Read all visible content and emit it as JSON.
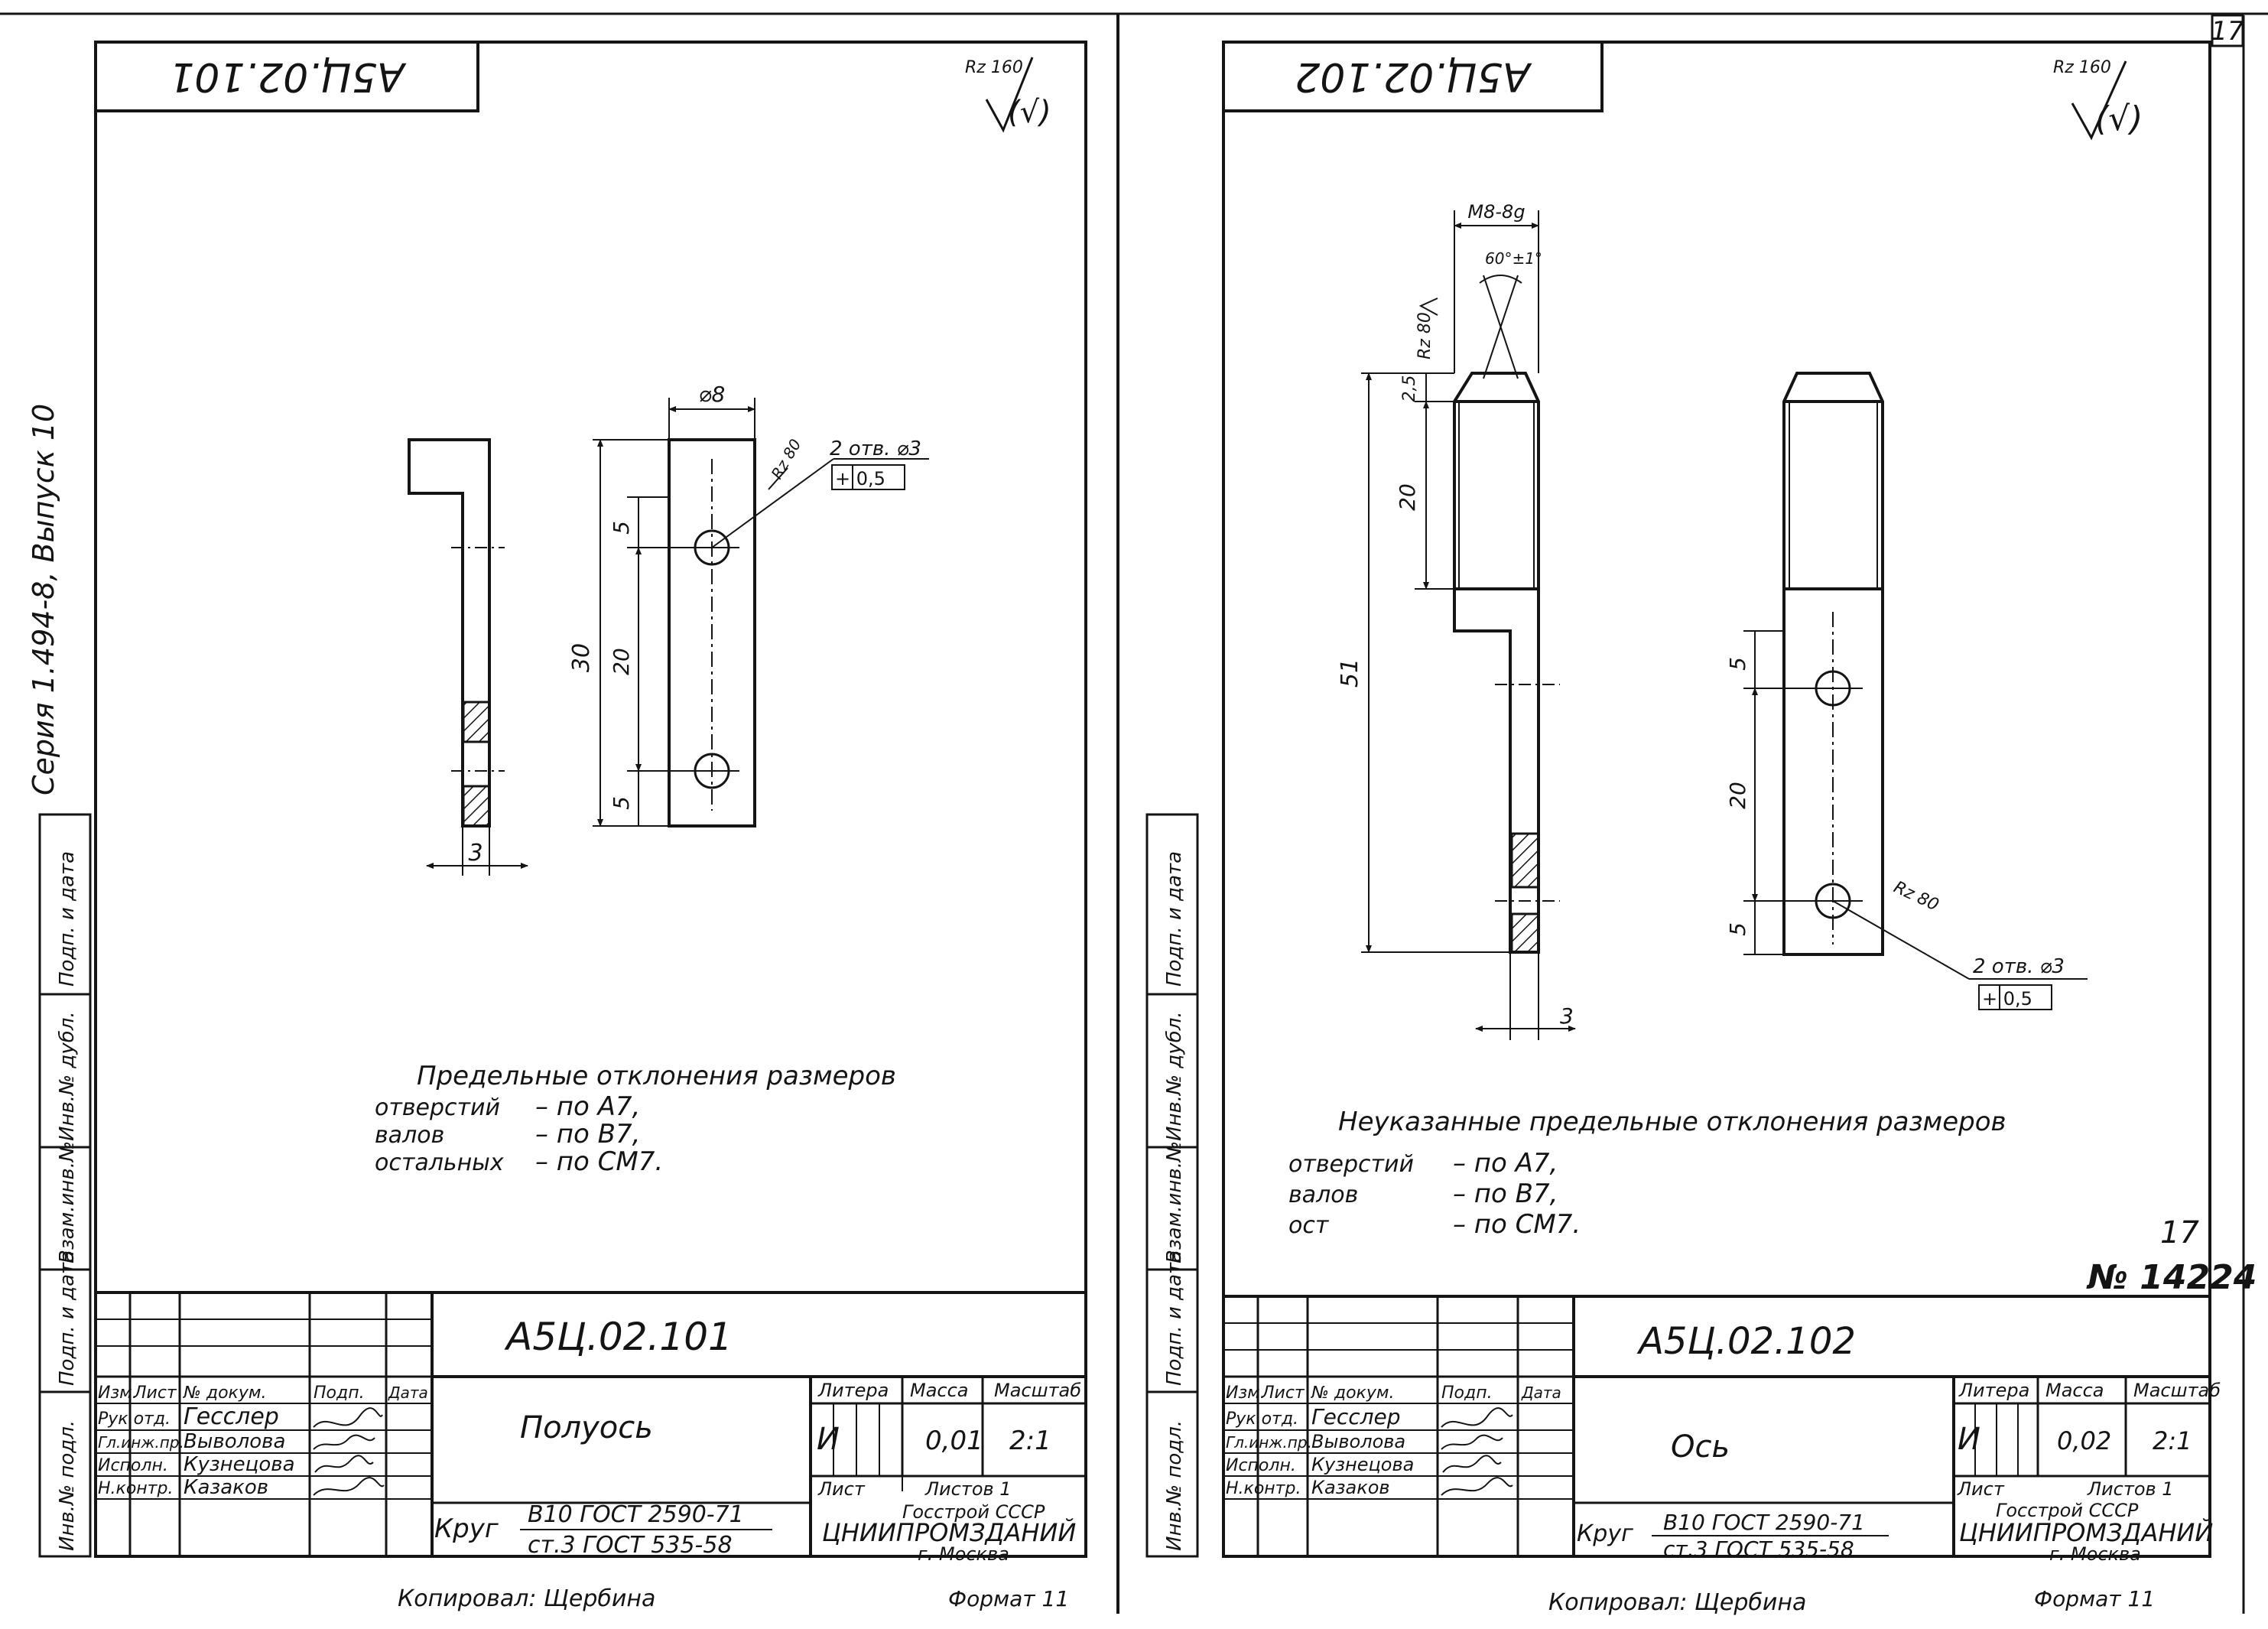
{
  "page_number": "17",
  "binding_margin": {
    "series": "Серия 1.494-8, Выпуск 10",
    "labels": [
      "Инв.№ подл.",
      "Подп. и дата",
      "Взам.инв.№",
      "Инв.№ дубл.",
      "Подп. и дата"
    ]
  },
  "sheets": [
    {
      "id": "left",
      "code": "А5Ц.02.101",
      "code_mirrored": "А5Ц.02.101",
      "roughness_value": "Rz 160",
      "roughness_suffix": "(√)",
      "part_name": "Полуось",
      "material_main": "Круг",
      "material_line1": "В10 ГОСТ 2590-71",
      "material_line2": "ст.3 ГОСТ 535-58",
      "litera_header": "Литера",
      "mass_header": "Масса",
      "scale_header": "Масштаб",
      "litera": "И",
      "mass": "0,01",
      "scale": "2:1",
      "sheet_label": "Лист",
      "sheets_label": "Листов 1",
      "org_line1": "Госстрой СССР",
      "org_line2": "ЦНИИПРОМЗДАНИЙ",
      "org_line3": "г. Москва",
      "copied_by": "Копировал: Щербина",
      "format": "Формат 11",
      "dimensions": {
        "d1": "⌀8",
        "d2": "Rz 80",
        "d3": "2 отв. ⌀3",
        "d4": "+ 0,5",
        "d5": "5",
        "d6": "20",
        "d7": "30",
        "d8": "5",
        "d9": "3"
      },
      "notes": {
        "title": "Предельные отклонения размеров",
        "row1_label": "отверстий",
        "row1_value": "– по А7,",
        "row2_label": "валов",
        "row2_value": "– по В7,",
        "row3_label": "остальных",
        "row3_value": "– по СМ7."
      },
      "title_rows": [
        {
          "role": "Изм.",
          "name": "Лист",
          "c3": "№ докум.",
          "c4": "Подп.",
          "c5": "Дата"
        },
        {
          "role": "Рук.отд.",
          "name": "Гесслер"
        },
        {
          "role": "Гл.инж.пр.",
          "name": "Выволова"
        },
        {
          "role": "Исполн.",
          "name": "Кузнецова"
        },
        {
          "role": "Н.контр.",
          "name": "Казаков"
        }
      ]
    },
    {
      "id": "right",
      "code": "А5Ц.02.102",
      "code_mirrored": "А5Ц.02.102",
      "roughness_value": "Rz 160",
      "roughness_suffix": "(√)",
      "part_name": "Ось",
      "material_main": "Круг",
      "material_line1": "В10 ГОСТ 2590-71",
      "material_line2": "ст.3 ГОСТ 535-58",
      "litera_header": "Литера",
      "mass_header": "Масса",
      "scale_header": "Масштаб",
      "litera": "И",
      "mass": "0,02",
      "scale": "2:1",
      "sheet_label": "Лист",
      "sheets_label": "Листов 1",
      "org_line1": "Госстрой СССР",
      "org_line2": "ЦНИИПРОМЗДАНИЙ",
      "org_line3": "г. Москва",
      "copied_by": "Копировал: Щербина",
      "format": "Формат 11",
      "dimensions": {
        "d1": "M8-8g",
        "d2": "60°±1°",
        "d3": "Rz 80",
        "d4": "2,5",
        "d5": "20",
        "d6": "51",
        "d7": "3",
        "d8": "5",
        "d9": "20",
        "d10": "5",
        "d11": "Rz 80",
        "d12": "2 отв. ⌀3",
        "d13": "+ 0,5"
      },
      "notes": {
        "title": "Неуказанные предельные отклонения размеров",
        "row1_label": "отверстий",
        "row1_value": "– по А7,",
        "row2_label": "валов",
        "row2_value": "– по В7,",
        "row3_label": "ост",
        "row3_value": "– по СМ7."
      },
      "stamp_page": "17",
      "stamp_number": "№ 14224",
      "title_rows": [
        {
          "role": "Изм.",
          "name": "Лист",
          "c3": "№ докум.",
          "c4": "Подп.",
          "c5": "Дата"
        },
        {
          "role": "Рук.отд.",
          "name": "Гесслер"
        },
        {
          "role": "Гл.инж.пр.",
          "name": "Выволова"
        },
        {
          "role": "Исполн.",
          "name": "Кузнецова"
        },
        {
          "role": "Н.контр.",
          "name": "Казаков"
        }
      ]
    }
  ]
}
